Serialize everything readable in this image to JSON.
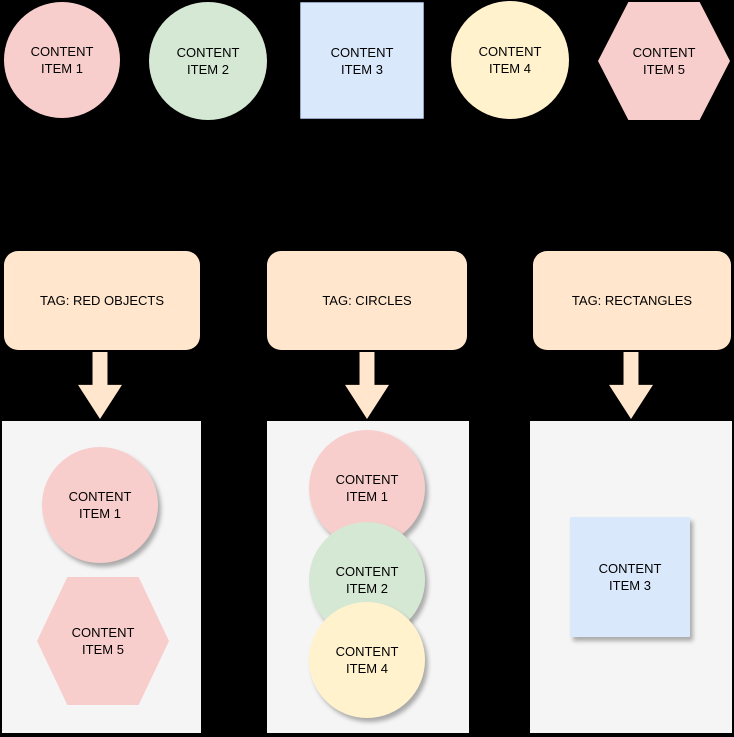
{
  "diagram": {
    "background": "#000000",
    "colors": {
      "pink": "#F8CECC",
      "green": "#D5E8D4",
      "blue": "#DAE8FC",
      "yellow": "#FFF2CC",
      "peach_tag": "#FFE6CC",
      "bucket_gray": "#F5F5F5",
      "text": "#000000"
    }
  },
  "top_items": [
    {
      "shape": "circle",
      "color": "#F8CECC",
      "lines": [
        "CONTENT",
        "ITEM 1"
      ]
    },
    {
      "shape": "circle",
      "color": "#D5E8D4",
      "lines": [
        "CONTENT",
        "ITEM 2"
      ]
    },
    {
      "shape": "square",
      "color": "#DAE8FC",
      "lines": [
        "CONTENT",
        "ITEM 3"
      ]
    },
    {
      "shape": "circle",
      "color": "#FFF2CC",
      "lines": [
        "CONTENT",
        "ITEM 4"
      ]
    },
    {
      "shape": "hexagon",
      "color": "#F8CECC",
      "lines": [
        "CONTENT",
        "ITEM 5"
      ]
    }
  ],
  "tags": [
    {
      "label": "TAG: RED OBJECTS"
    },
    {
      "label": "TAG: CIRCLES"
    },
    {
      "label": "TAG: RECTANGLES"
    }
  ],
  "groups": [
    {
      "tag": "TAG: RED OBJECTS",
      "items": [
        {
          "shape": "circle",
          "color": "#F8CECC",
          "lines": [
            "CONTENT",
            "ITEM 1"
          ]
        },
        {
          "shape": "hexagon",
          "color": "#F8CECC",
          "lines": [
            "CONTENT",
            "ITEM 5"
          ]
        }
      ]
    },
    {
      "tag": "TAG: CIRCLES",
      "items": [
        {
          "shape": "circle",
          "color": "#F8CECC",
          "lines": [
            "CONTENT",
            "ITEM 1"
          ]
        },
        {
          "shape": "circle",
          "color": "#D5E8D4",
          "lines": [
            "CONTENT",
            "ITEM 2"
          ]
        },
        {
          "shape": "circle",
          "color": "#FFF2CC",
          "lines": [
            "CONTENT",
            "ITEM 4"
          ]
        }
      ]
    },
    {
      "tag": "TAG: RECTANGLES",
      "items": [
        {
          "shape": "square",
          "color": "#DAE8FC",
          "lines": [
            "CONTENT",
            "ITEM 3"
          ]
        }
      ]
    }
  ]
}
